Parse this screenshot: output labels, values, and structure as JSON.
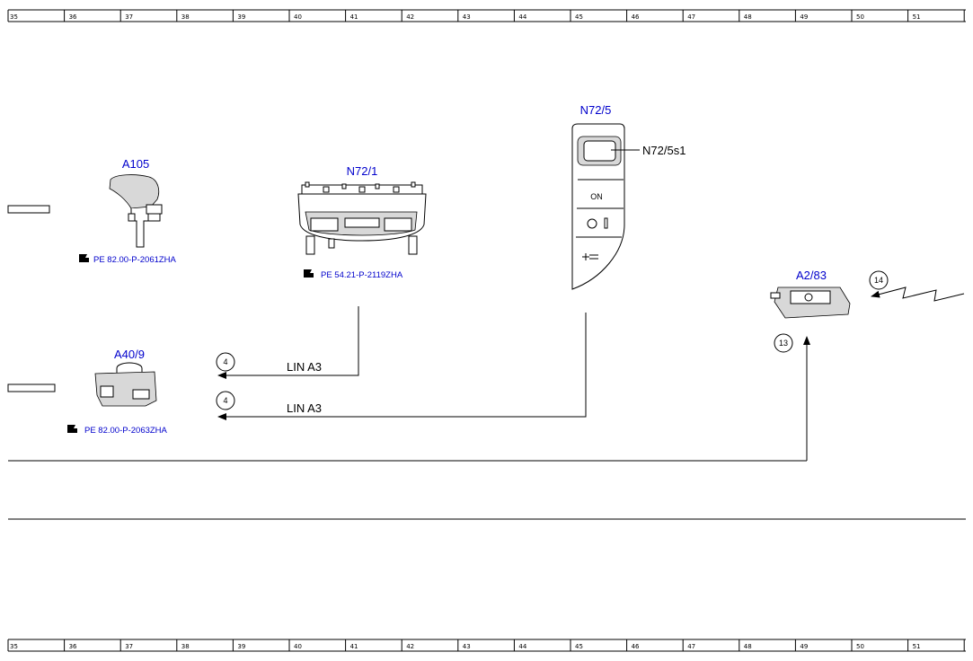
{
  "ruler": {
    "numbers": [
      "35",
      "36",
      "37",
      "38",
      "39",
      "40",
      "41",
      "42",
      "43",
      "44",
      "45",
      "46",
      "47",
      "48",
      "49",
      "50",
      "51"
    ]
  },
  "components": {
    "a105": {
      "label": "A105",
      "ref": "PE 82.00-P-2061ZHA"
    },
    "n72_1": {
      "label": "N72/1",
      "ref": "PE 54.21-P-2119ZHA"
    },
    "n72_5": {
      "label": "N72/5",
      "callout": "N72/5s1",
      "on_text": "ON"
    },
    "a40_9": {
      "label": "A40/9",
      "ref": "PE 82.00-P-2063ZHA"
    },
    "a2_83": {
      "label": "A2/83"
    }
  },
  "connections": {
    "lin1": {
      "label": "LIN A3",
      "marker": "4"
    },
    "lin2": {
      "label": "LIN A3",
      "marker": "4"
    },
    "marker13": "13",
    "marker14": "14"
  },
  "colors": {
    "blue": "#0000cc",
    "line": "#000000"
  }
}
